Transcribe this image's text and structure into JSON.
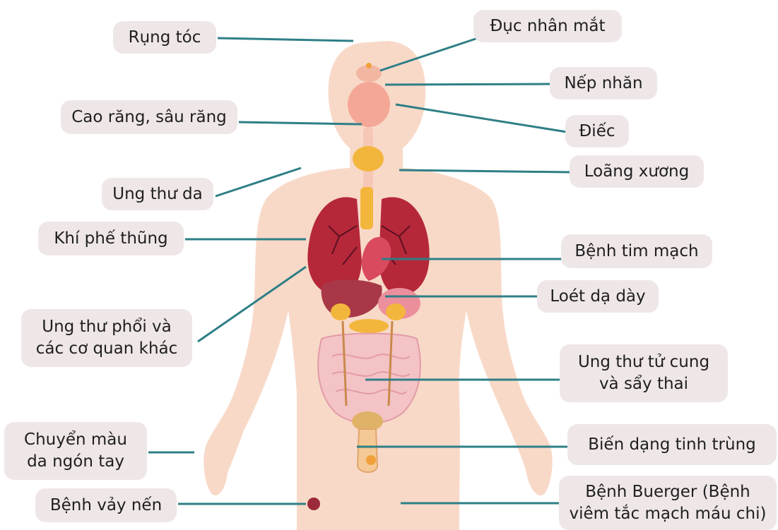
{
  "colors": {
    "label_bg": "#efe7e7",
    "leader_line": "#2e7f86",
    "skin": "#f8d9c8",
    "lung": "#b5283a",
    "organ_pink": "#e99aa5",
    "fat_yellow": "#f3b63c"
  },
  "labels": {
    "rung_toc": "Rụng tóc",
    "duc_nhan_mat": "Đục nhân mắt",
    "nep_nhan": "Nếp nhăn",
    "cao_rang": "Cao răng, sâu răng",
    "diec": "Điếc",
    "loang_xuong": "Loãng xương",
    "ung_thu_da": "Ung thư da",
    "khi_phe_thung": "Khí phế thũng",
    "benh_tim_mach": "Bệnh tim mạch",
    "loet_da_day": "Loét dạ dày",
    "ung_thu_phoi_1": "Ung thư phổi và",
    "ung_thu_phoi_2": "các cơ quan khác",
    "ung_thu_tu_cung_1": "Ung thư tử cung",
    "ung_thu_tu_cung_2": "và sẩy thai",
    "chuyen_mau_1": "Chuyển màu",
    "chuyen_mau_2": "da ngón tay",
    "bien_dang": "Biến dạng tinh trùng",
    "vay_nen": "Bệnh vảy nến",
    "buerger_1": "Bệnh Buerger (Bệnh",
    "buerger_2": "viêm tắc mạch máu chi)"
  }
}
